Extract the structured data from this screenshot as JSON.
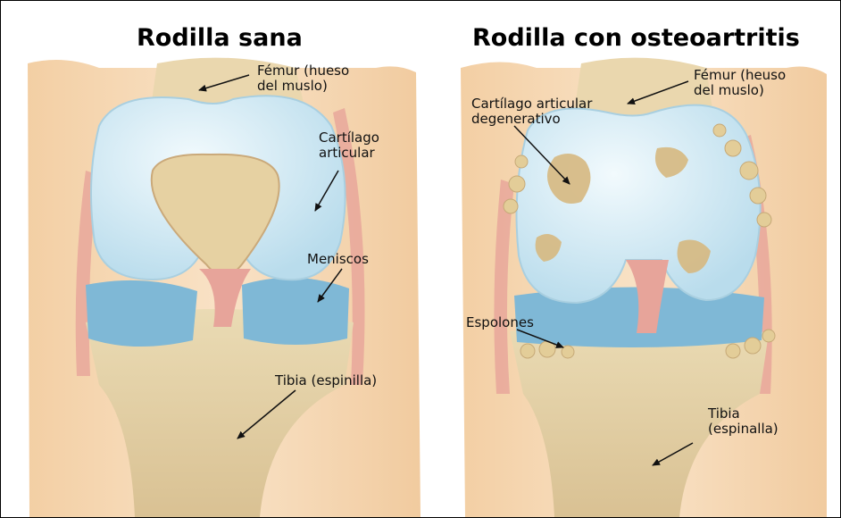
{
  "healthy": {
    "title": "Rodilla sana",
    "labels": {
      "femur": "Fémur (hueso\ndel muslo)",
      "cartilage": "Cartílago\narticular",
      "meniscus": "Meniscos",
      "tibia": "Tibia (espinilla)"
    }
  },
  "osteoarthritis": {
    "title": "Rodilla con osteoartritis",
    "labels": {
      "femur": "Fémur (heuso\ndel muslo)",
      "cartilage": "Cartílago articular\ndegenerativo",
      "spurs": "Espolones",
      "tibia": "Tibia\n(espinalla)"
    }
  },
  "colors": {
    "skin": "#f6d9b5",
    "bone": "#e6d3a8",
    "cartilage": "#d6ecf4",
    "meniscus": "#7fb8d6",
    "ligament": "#e7a49a",
    "arrow": "#111111"
  }
}
